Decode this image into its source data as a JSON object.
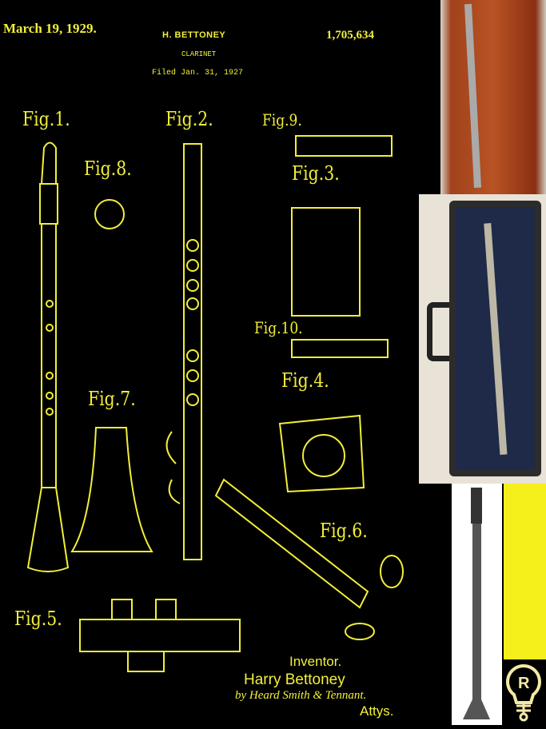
{
  "header": {
    "date": "March 19, 1929.",
    "inventor_name": "H. BETTONEY",
    "title": "CLARINET",
    "filed": "Filed Jan. 31, 1927",
    "patent_number": "1,705,634"
  },
  "figures": {
    "fig1": "Fig.1.",
    "fig2": "Fig.2.",
    "fig3": "Fig.3.",
    "fig4": "Fig.4.",
    "fig5": "Fig.5.",
    "fig6": "Fig.6.",
    "fig7": "Fig.7.",
    "fig8": "Fig.8.",
    "fig9": "Fig.9.",
    "fig10": "Fig.10."
  },
  "signature": {
    "inventor_label": "Inventor.",
    "inventor": "Harry Bettoney",
    "by": "by Heard Smith & Tennant.",
    "attys": "Attys."
  },
  "colors": {
    "drawing": "#f2ef3a",
    "background": "#000000",
    "panel": "#f5ef1c"
  },
  "logo": {
    "letter": "R"
  }
}
